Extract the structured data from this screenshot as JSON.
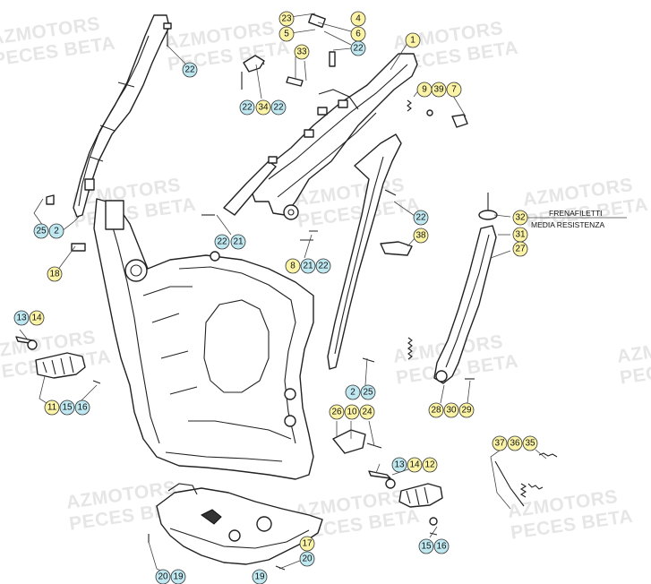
{
  "colors": {
    "yellow_callout": "#fbf3a6",
    "blue_callout": "#bfe8f1",
    "watermark": "#e6e6e6"
  },
  "watermark": {
    "line1": "AZMOTORS",
    "line2": "PECES BETA"
  },
  "note": {
    "line1": "FRENAFILETTI",
    "line2": "MEDIA RESISTENZA"
  },
  "callouts": [
    {
      "label": "23",
      "kind": "yellow"
    },
    {
      "label": "4",
      "kind": "yellow"
    },
    {
      "label": "5",
      "kind": "yellow"
    },
    {
      "label": "6",
      "kind": "yellow"
    },
    {
      "label": "1",
      "kind": "yellow"
    },
    {
      "label": "22",
      "kind": "blue"
    },
    {
      "label": "33",
      "kind": "yellow"
    },
    {
      "label": "22",
      "kind": "blue"
    },
    {
      "label": "22",
      "kind": "blue"
    },
    {
      "label": "34",
      "kind": "yellow"
    },
    {
      "label": "22",
      "kind": "blue"
    },
    {
      "label": "9",
      "kind": "yellow"
    },
    {
      "label": "39",
      "kind": "yellow"
    },
    {
      "label": "7",
      "kind": "yellow"
    },
    {
      "label": "25",
      "kind": "blue"
    },
    {
      "label": "2",
      "kind": "blue"
    },
    {
      "label": "22",
      "kind": "blue"
    },
    {
      "label": "21",
      "kind": "blue"
    },
    {
      "label": "22",
      "kind": "blue"
    },
    {
      "label": "38",
      "kind": "yellow"
    },
    {
      "label": "32",
      "kind": "yellow"
    },
    {
      "label": "31",
      "kind": "yellow"
    },
    {
      "label": "27",
      "kind": "yellow"
    },
    {
      "label": "18",
      "kind": "yellow"
    },
    {
      "label": "8",
      "kind": "yellow"
    },
    {
      "label": "21",
      "kind": "blue"
    },
    {
      "label": "22",
      "kind": "blue"
    },
    {
      "label": "13",
      "kind": "blue"
    },
    {
      "label": "14",
      "kind": "yellow"
    },
    {
      "label": "11",
      "kind": "yellow"
    },
    {
      "label": "15",
      "kind": "blue"
    },
    {
      "label": "16",
      "kind": "blue"
    },
    {
      "label": "2",
      "kind": "blue"
    },
    {
      "label": "25",
      "kind": "blue"
    },
    {
      "label": "28",
      "kind": "yellow"
    },
    {
      "label": "30",
      "kind": "yellow"
    },
    {
      "label": "29",
      "kind": "yellow"
    },
    {
      "label": "26",
      "kind": "yellow"
    },
    {
      "label": "10",
      "kind": "yellow"
    },
    {
      "label": "24",
      "kind": "yellow"
    },
    {
      "label": "13",
      "kind": "blue"
    },
    {
      "label": "14",
      "kind": "yellow"
    },
    {
      "label": "12",
      "kind": "yellow"
    },
    {
      "label": "37",
      "kind": "yellow"
    },
    {
      "label": "36",
      "kind": "yellow"
    },
    {
      "label": "35",
      "kind": "yellow"
    },
    {
      "label": "15",
      "kind": "blue"
    },
    {
      "label": "16",
      "kind": "blue"
    },
    {
      "label": "17",
      "kind": "yellow"
    },
    {
      "label": "20",
      "kind": "blue"
    },
    {
      "label": "20",
      "kind": "blue"
    },
    {
      "label": "19",
      "kind": "blue"
    },
    {
      "label": "19",
      "kind": "blue"
    }
  ]
}
